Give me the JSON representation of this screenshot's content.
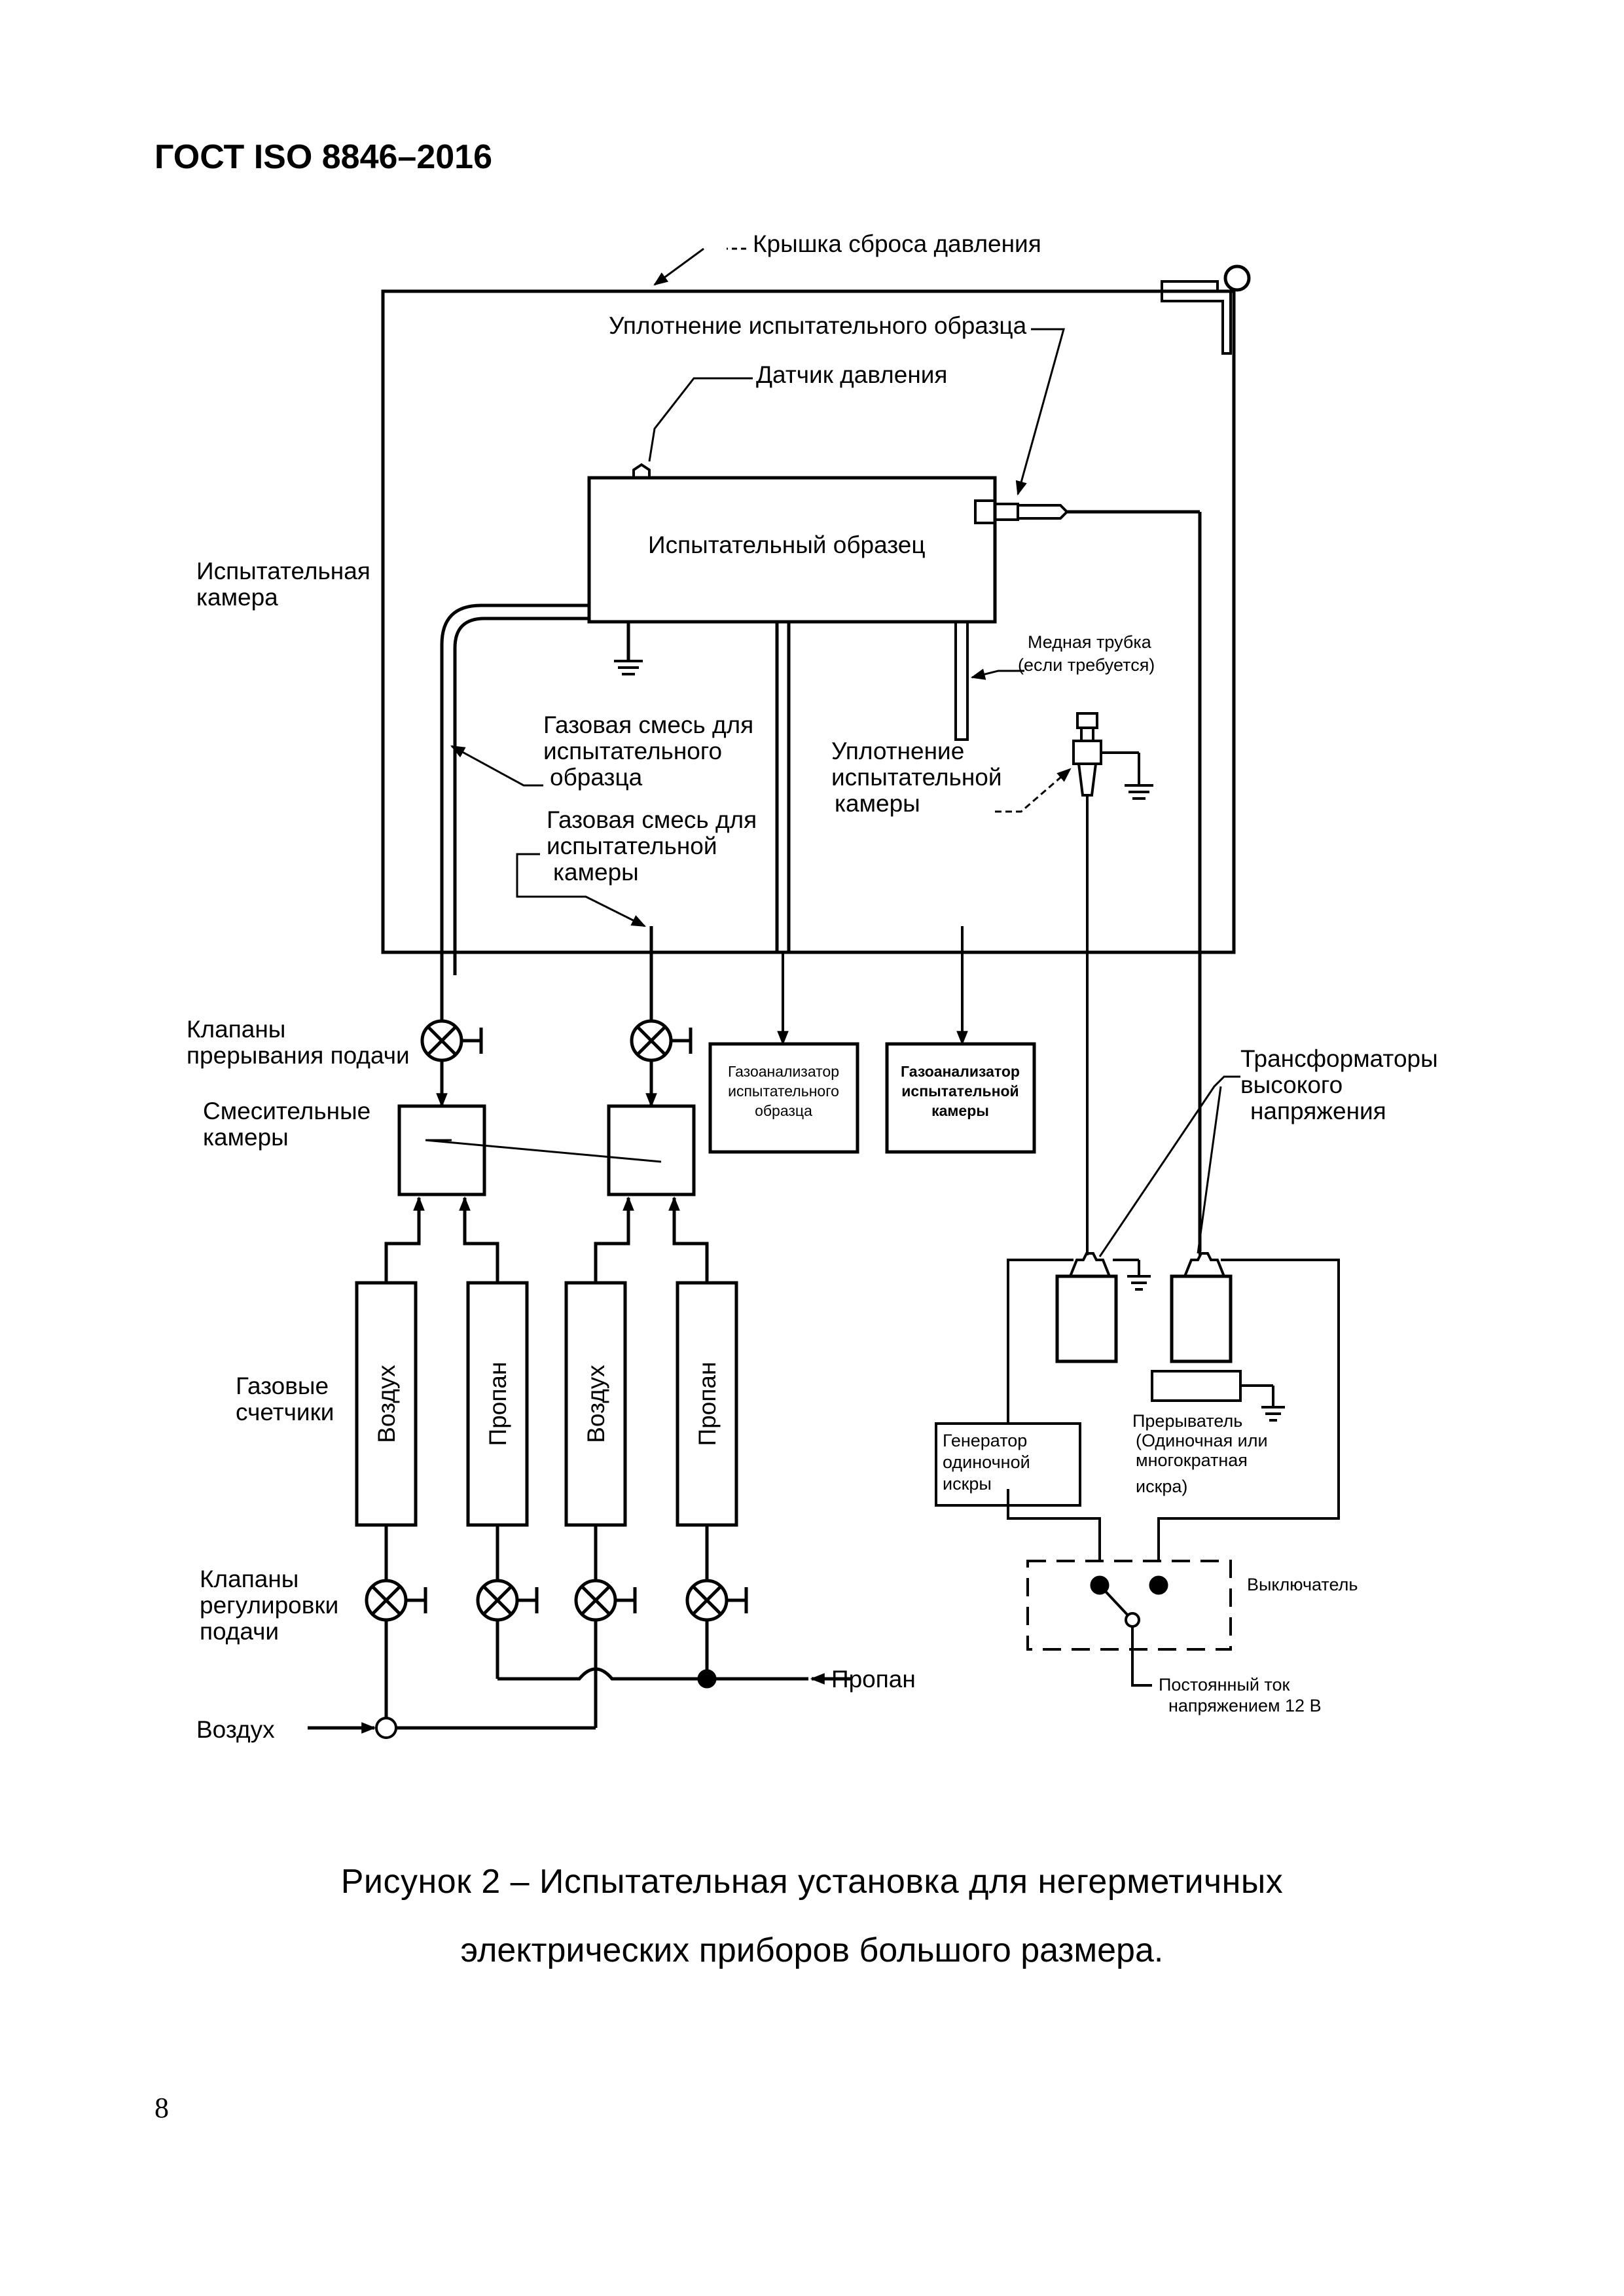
{
  "header": {
    "standard": "ГОСТ ISO 8846–2016"
  },
  "diagram": {
    "labels": {
      "pressure_relief_cover": "Крышка сброса давления",
      "sample_seal": "Уплотнение испытательного образца",
      "pressure_sensor": "Датчик давления",
      "test_chamber_1": "Испытательная",
      "test_chamber_2": "камера",
      "test_sample": "Испытательный образец",
      "copper_tube_1": "Медная трубка",
      "copper_tube_2": "(если требуется)",
      "sample_gas_1": "Газовая смесь для",
      "sample_gas_2": "испытательного",
      "sample_gas_3": "образца",
      "chamber_seal_1": "Уплотнение",
      "chamber_seal_2": "испытательной",
      "chamber_seal_3": "камеры",
      "chamber_gas_1": "Газовая смесь для",
      "chamber_gas_2": "испытательной",
      "chamber_gas_3": "камеры",
      "shutoff_valves_1": "Клапаны",
      "shutoff_valves_2": "прерывания подачи",
      "mixing_chambers_1": "Смесительные",
      "mixing_chambers_2": "камеры",
      "analyzer_sample_1": "Газоанализатор",
      "analyzer_sample_2": "испытательного",
      "analyzer_sample_3": "образца",
      "analyzer_chamber_1": "Газоанализатор",
      "analyzer_chamber_2": "испытательной",
      "analyzer_chamber_3": "камеры",
      "transformers_1": "Трансформаторы",
      "transformers_2": "высокого",
      "transformers_3": "напряжения",
      "gas_meters_1": "Газовые",
      "gas_meters_2": "счетчики",
      "meter_air_1": "Воздух",
      "meter_propane_1": "Пропан",
      "meter_air_2": "Воздух",
      "meter_propane_2": "Пропан",
      "spark_gen_1": "Генератор",
      "spark_gen_2": "одиночной",
      "spark_gen_3": "искры",
      "interrupter_1": "Прерыватель",
      "interrupter_2": "(Одиночная или",
      "interrupter_3": "многократная",
      "interrupter_4": "искра)",
      "regulating_valves_1": "Клапаны",
      "regulating_valves_2": "регулировки",
      "regulating_valves_3": "подачи",
      "switch": "Выключатель",
      "propane_in": "Пропан",
      "air_in": "Воздух",
      "dc_1": "Постоянный ток",
      "dc_2": "напряжением 12 В"
    }
  },
  "caption": {
    "line1": "Рисунок 2 – Испытательная установка для негерметичных",
    "line2": "электрических приборов большого размера."
  },
  "footer": {
    "page_number": "8"
  }
}
